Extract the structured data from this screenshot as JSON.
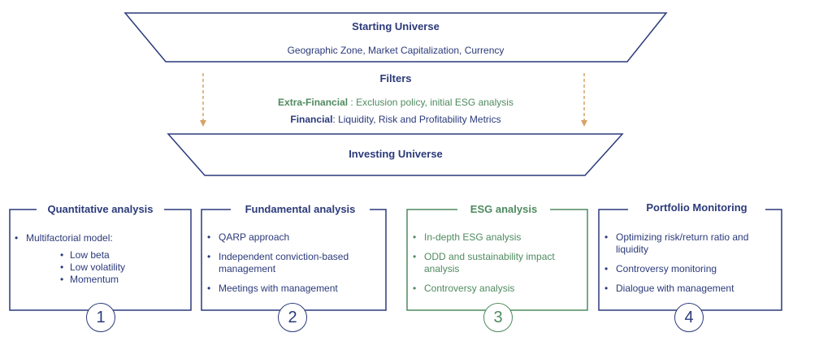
{
  "funnel": {
    "top_title": "Starting Universe",
    "top_subtitle": "Geographic Zone, Market Capitalization, Currency",
    "filters_title": "Filters",
    "extra_financial_label": "Extra-Financial",
    "extra_financial_text": " : Exclusion policy, initial ESG analysis",
    "financial_label": "Financial",
    "financial_text": ": Liquidity, Risk and Profitability Metrics",
    "bottom_title": "Investing Universe"
  },
  "cards": [
    {
      "title": "Quantitative analysis",
      "number": "1",
      "item1": "Multifactorial model:",
      "sub1": "Low beta",
      "sub2": "Low volatility",
      "sub3": "Momentum"
    },
    {
      "title": "Fundamental analysis",
      "number": "2",
      "item1": "QARP approach",
      "item2": "Independent conviction-based management",
      "item3": "Meetings with management"
    },
    {
      "title": "ESG analysis",
      "number": "3",
      "item1": "In-depth ESG analysis",
      "item2": "ODD and sustainability impact analysis",
      "item3": "Controversy analysis"
    },
    {
      "title": "Portfolio Monitoring",
      "number": "4",
      "item1": "Optimizing risk/return ratio and liquidity",
      "item2": "Controversy monitoring",
      "item3": "Dialogue with management"
    }
  ],
  "colors": {
    "navy": "#2b3a7a",
    "green": "#4f8a5f",
    "arrow": "#d4a366"
  }
}
